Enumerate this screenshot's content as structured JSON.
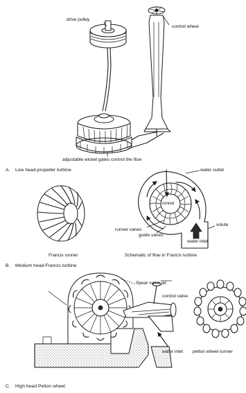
{
  "sections": {
    "a": {
      "letter": "A.",
      "title": "Low head-propeller turbine"
    },
    "b": {
      "letter": "B.",
      "title": "Medium head-Francis turbine"
    },
    "c": {
      "letter": "C.",
      "title": "High head Pelton wheel."
    }
  },
  "labels_a": {
    "drive_pulley": "drive pulley",
    "control_wheel": "control wheel",
    "wicket_gates": "adjustable wicket gates control the flow"
  },
  "labels_b": {
    "water_outlet": "water outlet",
    "runner": "runner",
    "runner_vanes": "runner vanes",
    "guide_vanes": "guide vanes",
    "volute": "volute",
    "water_inlet": "water inlet",
    "francis_runner": "Francis runner",
    "schematic": "Schematic of flow in Francis turbine"
  },
  "labels_c": {
    "spear_jet": "Spear value jet",
    "control_valve": "control valve",
    "water_inlet": "water inlet",
    "pelton_runner": "pelton wheel runner"
  }
}
